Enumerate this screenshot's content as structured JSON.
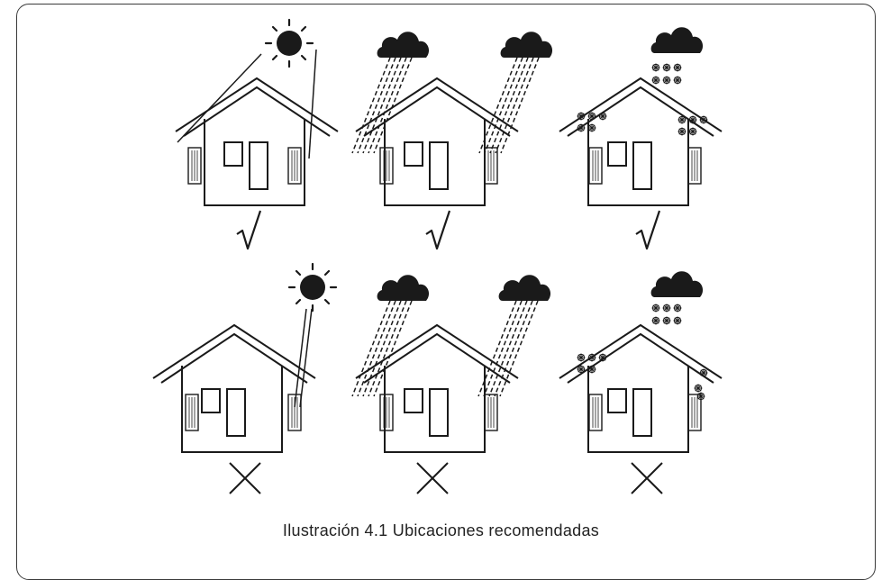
{
  "figure": {
    "caption": "Ilustración 4.1 Ubicaciones recomendadas"
  },
  "panels": [
    {
      "row": "top",
      "weather": "sun",
      "verdict": "ok",
      "icon": "check-mark-icon"
    },
    {
      "row": "top",
      "weather": "rain",
      "verdict": "ok",
      "icon": "check-mark-icon"
    },
    {
      "row": "top",
      "weather": "snow",
      "verdict": "ok",
      "icon": "check-mark-icon"
    },
    {
      "row": "bottom",
      "weather": "sun",
      "verdict": "not-ok",
      "icon": "cross-mark-icon"
    },
    {
      "row": "bottom",
      "weather": "rain",
      "verdict": "not-ok",
      "icon": "cross-mark-icon"
    },
    {
      "row": "bottom",
      "weather": "snow",
      "verdict": "not-ok",
      "icon": "cross-mark-icon"
    }
  ],
  "colors": {
    "ink": "#1a1a1a",
    "frame": "#3a3a3a",
    "background": "#ffffff"
  }
}
